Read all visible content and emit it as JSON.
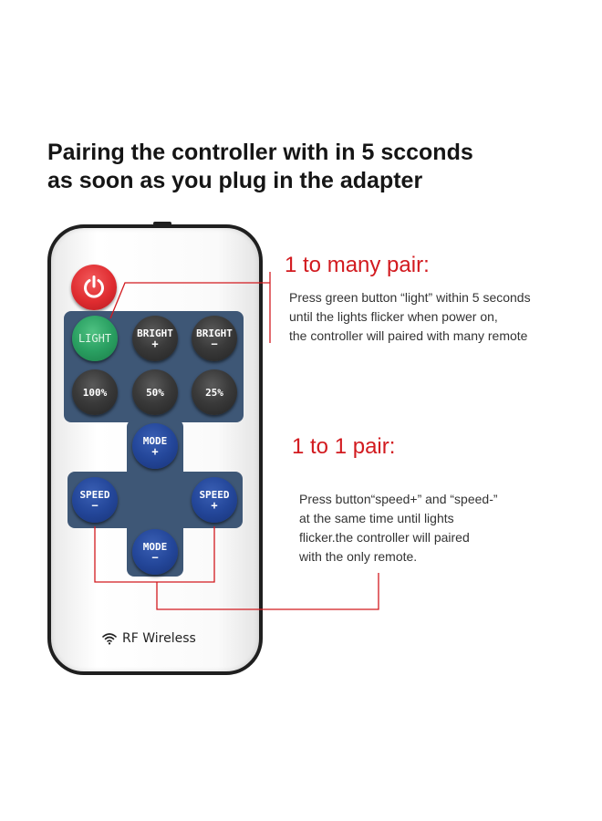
{
  "headline": {
    "line1": "Pairing the controller with in 5 scconds",
    "line2": "as soon as you plug in the adapter"
  },
  "remote": {
    "rows": [
      [
        {
          "top": "LIGHT",
          "bottom": "",
          "style": "green"
        },
        {
          "top": "BRIGHT",
          "bottom": "+",
          "style": "dark"
        },
        {
          "top": "BRIGHT",
          "bottom": "−",
          "style": "dark"
        }
      ],
      [
        {
          "top": "100%",
          "bottom": "",
          "style": "dark"
        },
        {
          "top": "50%",
          "bottom": "",
          "style": "dark"
        },
        {
          "top": "25%",
          "bottom": "",
          "style": "dark"
        }
      ]
    ],
    "dpad": {
      "mode_plus": {
        "top": "MODE",
        "bottom": "+"
      },
      "speed_minus": {
        "top": "SPEED",
        "bottom": "−"
      },
      "speed_plus": {
        "top": "SPEED",
        "bottom": "+"
      },
      "mode_minus": {
        "top": "MODE",
        "bottom": "−"
      }
    },
    "rf_label": "RF Wireless",
    "icons": {
      "power": "power-icon",
      "wifi": "wifi-icon"
    }
  },
  "annotations": {
    "many": {
      "title": "1 to many pair:",
      "lines": [
        "Press green button “light” within 5 seconds",
        "until the lights flicker when power on,",
        "the controller will paired with many remote"
      ]
    },
    "one": {
      "title": "1 to 1 pair:",
      "lines": [
        "Press button“speed+” and “speed-”",
        "at the same time until lights",
        "flicker.the controller will paired",
        "with the only remote."
      ]
    }
  },
  "colors": {
    "accent_red": "#d21a1f",
    "panel_blue": "#3e5776",
    "button_green": "#2aa062",
    "button_blue": "#24479a"
  }
}
